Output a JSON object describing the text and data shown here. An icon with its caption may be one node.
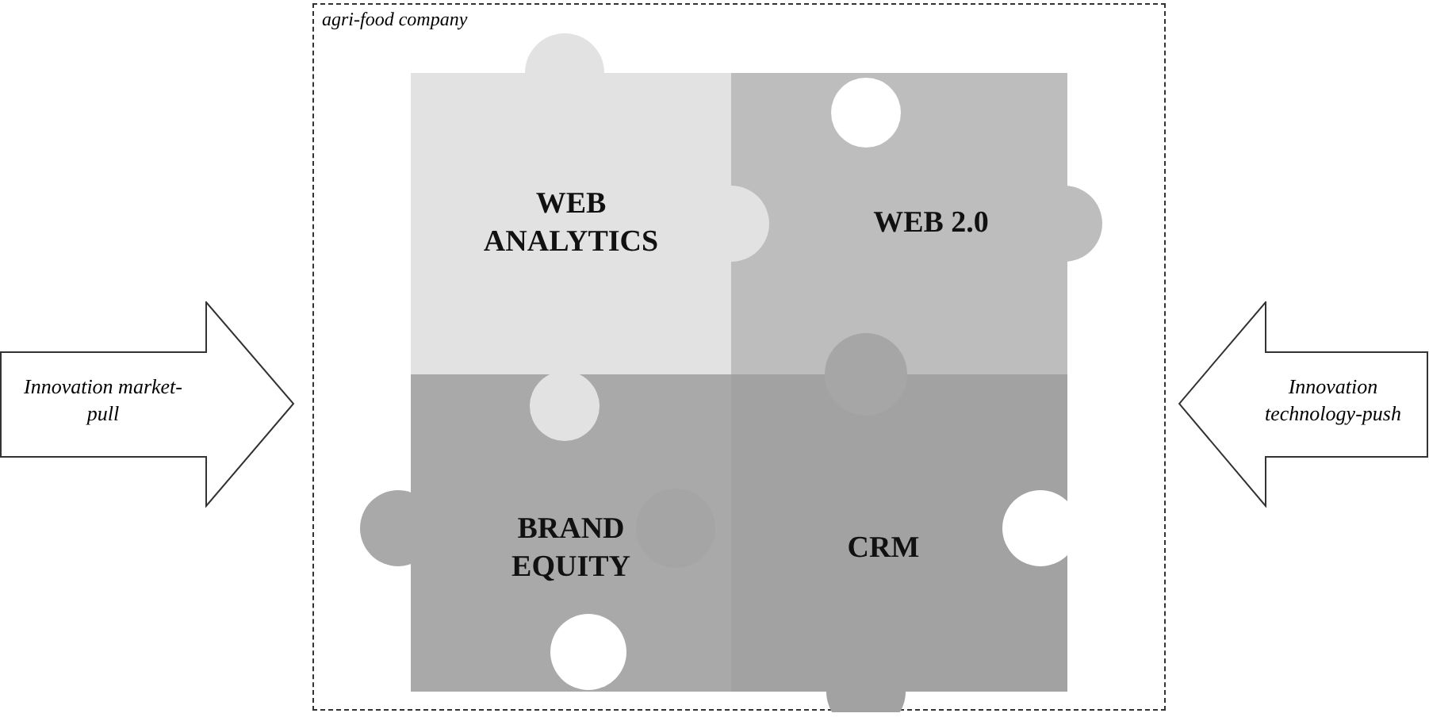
{
  "diagram": {
    "nodes": [
      {
        "text": [
          "agri-food company"
        ]
      },
      {
        "text": [
          "WEB ANALYTICS"
        ],
        "in": 0
      },
      {
        "text": [
          "WEB 2.0"
        ],
        "in": 0
      },
      {
        "text": [
          "BRAND EQUITY"
        ],
        "in": 0
      },
      {
        "text": [
          "CRM"
        ],
        "in": 0
      },
      {
        "text": [
          "Innovation market-pull"
        ]
      },
      {
        "text": [
          "Innovation technology-push"
        ]
      }
    ]
  }
}
